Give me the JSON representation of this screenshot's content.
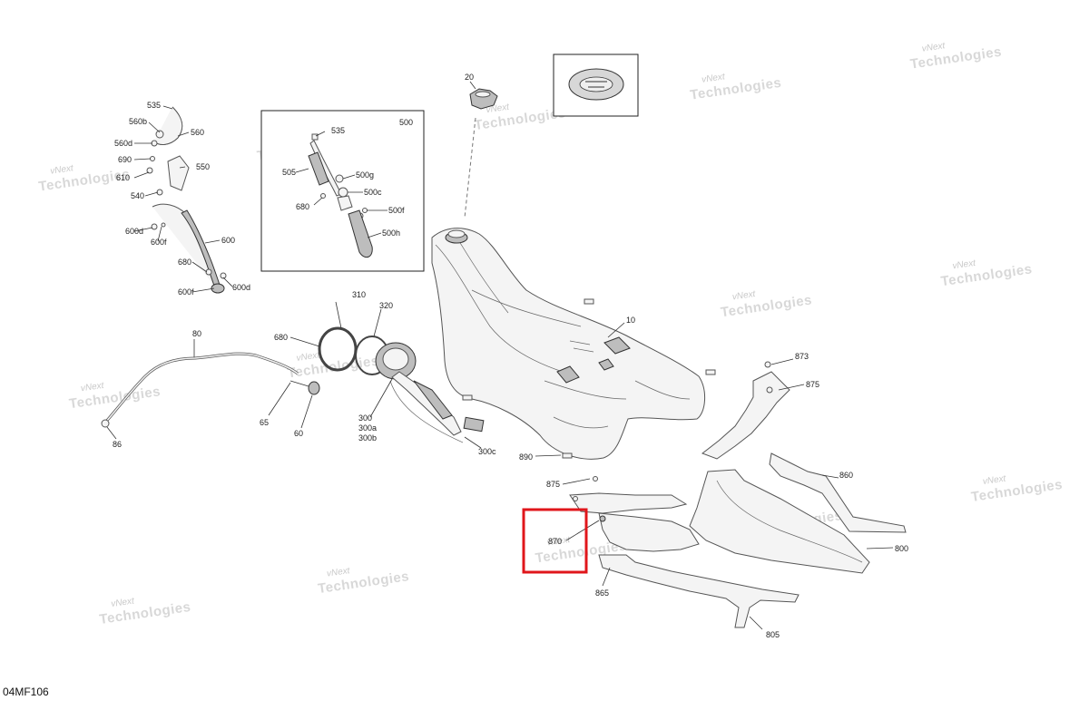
{
  "diagram_id": "04MF106",
  "watermark": {
    "line1": "vNext",
    "line2": "Technologies",
    "small": "vNext Technologies"
  },
  "labels": {
    "p20": "20",
    "p535a": "535",
    "p560b": "560b",
    "p560": "560",
    "p560d": "560d",
    "p690": "690",
    "p550": "550",
    "p610": "610",
    "p540": "540",
    "p600d_top": "600d",
    "p600f_top": "600f",
    "p600": "600",
    "p680_left": "680",
    "p600f_bot": "600f",
    "p600d_bot": "600d",
    "p500": "500",
    "p535b": "535",
    "p505": "505",
    "p500g": "500g",
    "p500c": "500c",
    "p680_inset": "680",
    "p500f": "500f",
    "p500h": "500h",
    "p310": "310",
    "p320": "320",
    "p680_mid": "680",
    "p80": "80",
    "p10": "10",
    "p873": "873",
    "p875_right": "875",
    "p65": "65",
    "p60": "60",
    "p86": "86",
    "p300": "300",
    "p300a": "300a",
    "p300b": "300b",
    "p300c": "300c",
    "p890": "890",
    "p875_mid": "875",
    "p860": "860",
    "p870": "870",
    "p800": "800",
    "p865": "865",
    "p805": "805"
  },
  "highlight_color": "#e0161b"
}
